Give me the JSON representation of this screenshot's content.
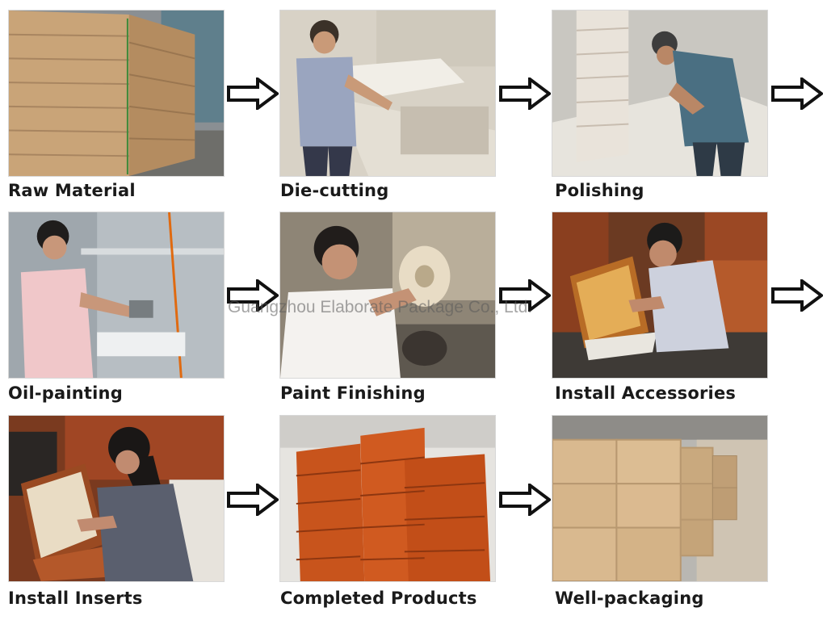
{
  "steps": [
    {
      "label": "Raw Material",
      "photo": "stacked-mdf-boards-photo"
    },
    {
      "label": "Die-cutting",
      "photo": "worker-at-cutting-machine-photo"
    },
    {
      "label": "Polishing",
      "photo": "worker-sanding-boards-photo"
    },
    {
      "label": "Oil-painting",
      "photo": "worker-spray-painting-photo"
    },
    {
      "label": "Paint Finishing",
      "photo": "worker-at-buffing-wheel-photo"
    },
    {
      "label": "Install Accessories",
      "photo": "worker-fitting-wooden-box-photo"
    },
    {
      "label": "Install Inserts",
      "photo": "worker-installing-box-inserts-photo"
    },
    {
      "label": "Completed Products",
      "photo": "stacked-finished-boxes-photo"
    },
    {
      "label": "Well-packaging",
      "photo": "stacked-cardboard-cartons-photo"
    }
  ],
  "watermark": "Guangzhou Elaborate Package Co., Ltd.",
  "arrow_icon": "outline-right-arrow-icon",
  "colors": {
    "label": "#1a1a1a",
    "arrow_stroke": "#111111",
    "box_wood": "#c8541c",
    "carton": "#d9b98f"
  }
}
